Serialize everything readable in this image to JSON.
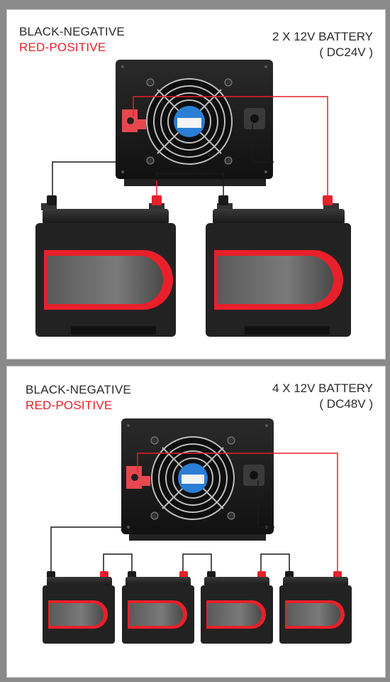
{
  "colors": {
    "negative": "#1a1a1a",
    "positive": "#e8202a",
    "battery_body": "#222222",
    "inverter_body": "#1c1c1c"
  },
  "panels": [
    {
      "legend": {
        "negative": "BLACK-NEGATIVE",
        "positive": "RED-POSITIVE"
      },
      "spec": {
        "line1": "2 X 12V BATTERY",
        "line2": "( DC24V )"
      },
      "battery_count": 2,
      "icons": [
        "inverter-icon",
        "cooling-fan-icon",
        "battery-icon"
      ]
    },
    {
      "legend": {
        "negative": "BLACK-NEGATIVE",
        "positive": "RED-POSITIVE"
      },
      "spec": {
        "line1": "4 X 12V BATTERY",
        "line2": "( DC48V )"
      },
      "battery_count": 4,
      "icons": [
        "inverter-icon",
        "cooling-fan-icon",
        "battery-icon"
      ]
    }
  ]
}
